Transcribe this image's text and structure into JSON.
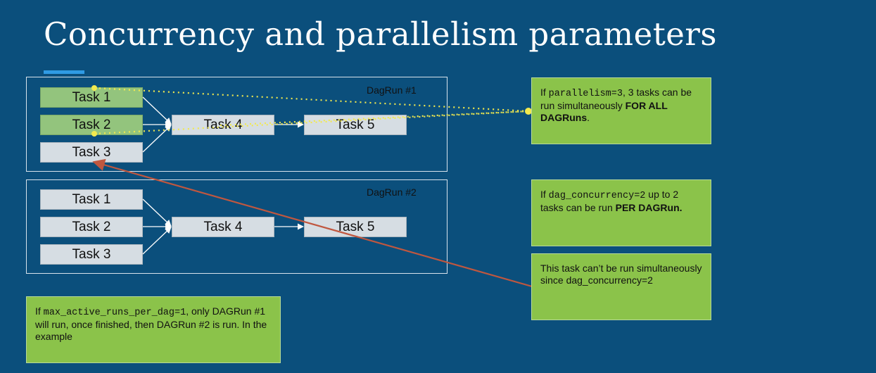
{
  "slide": {
    "title": "Concurrency and parallelism parameters"
  },
  "dagrun1": {
    "label": "DagRun #1",
    "tasks": [
      "Task 1",
      "Task 2",
      "Task 3",
      "Task 4",
      "Task 5"
    ]
  },
  "dagrun2": {
    "label": "DagRun #2",
    "tasks": [
      "Task 1",
      "Task 2",
      "Task 3",
      "Task 4",
      "Task 5"
    ]
  },
  "notes": {
    "parallelism": {
      "prefix": "If ",
      "code": "parallelism=3",
      "middle": ", 3 tasks can be run simultaneously ",
      "bold": "FOR ALL DAGRuns",
      "suffix": "."
    },
    "dag_concurrency": {
      "prefix": "If ",
      "code": "dag_concurrency=2",
      "middle": " up to 2 tasks can be run ",
      "bold": "PER DAGRun."
    },
    "cant_run": {
      "text": "This task can’t be run simultaneously since dag_concurrency=2"
    },
    "max_active_runs": {
      "prefix": "If ",
      "code": "max_active_runs_per_dag=1",
      "suffix": ", only DAGRun #1 will run, once finished, then DAGRun #2 is run. In the example"
    }
  },
  "colors": {
    "background": "#0b4f7c",
    "note_green": "#8bc34a",
    "task_active": "#93c47d",
    "task_idle": "#d6dde3",
    "dotted_line": "#f2e94e",
    "arrow_red": "#c0573f",
    "accent": "#2f9be4"
  }
}
